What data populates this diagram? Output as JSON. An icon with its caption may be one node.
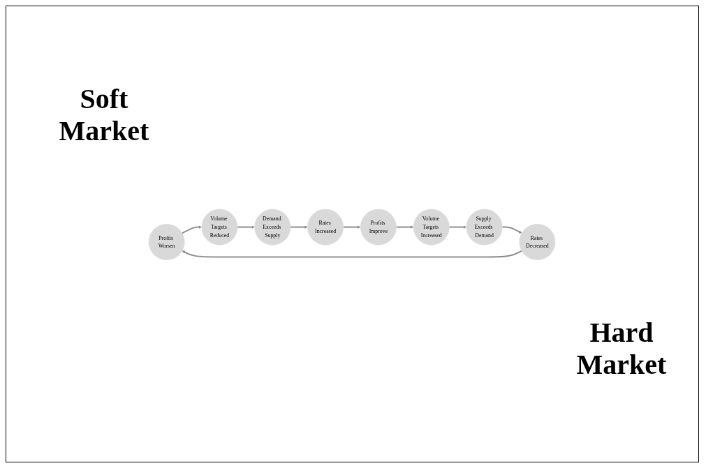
{
  "diagram": {
    "nodes": [
      {
        "text": [
          "Profits Worsen"
        ]
      },
      {
        "text": [
          "Volume Targets Reduced"
        ]
      },
      {
        "text": [
          "Demand Exceeds Supply"
        ]
      },
      {
        "text": [
          "Rates Increased"
        ]
      },
      {
        "text": [
          "Profits Improve"
        ]
      },
      {
        "text": [
          "Volume Targets Increased"
        ]
      },
      {
        "text": [
          "Supply Exceeds Demand"
        ]
      },
      {
        "text": [
          "Rates Decreased"
        ]
      }
    ],
    "edges": [
      {
        "from": 0,
        "to": 1,
        "arrow": "to"
      },
      {
        "from": 1,
        "to": 2,
        "arrow": "to"
      },
      {
        "from": 2,
        "to": 3,
        "arrow": "to"
      },
      {
        "from": 3,
        "to": 4,
        "arrow": "to"
      },
      {
        "from": 4,
        "to": 5,
        "arrow": "to"
      },
      {
        "from": 5,
        "to": 6,
        "arrow": "to"
      },
      {
        "from": 6,
        "to": 7,
        "arrow": "to"
      },
      {
        "from": 7,
        "to": 0,
        "arrow": "to"
      }
    ],
    "labels": [
      "Soft Market",
      "Hard Market"
    ]
  }
}
